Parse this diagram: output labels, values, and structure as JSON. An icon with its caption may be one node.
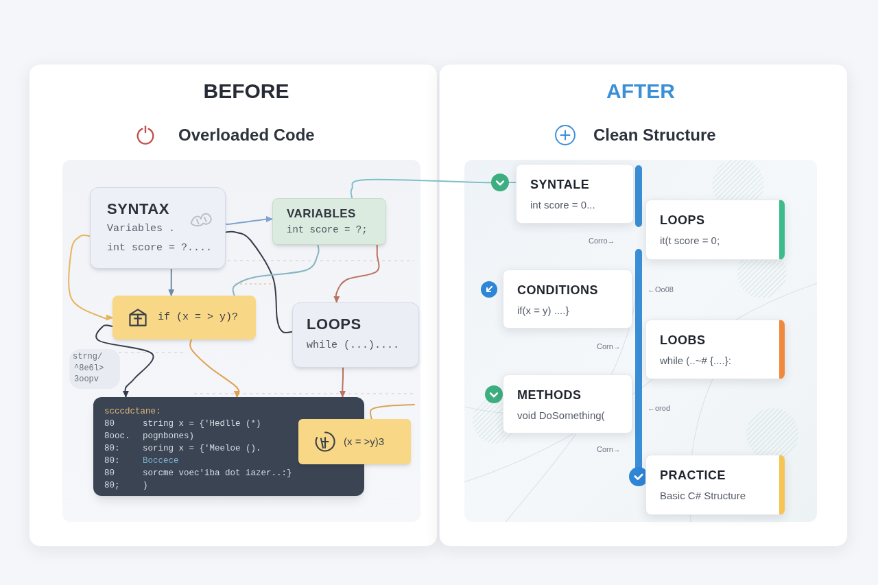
{
  "diagram": {
    "nodes": [
      {
        "text": [
          "BEFORE",
          "Overloaded Code"
        ]
      },
      {
        "text": [
          "SYNTAX",
          "Variables .",
          "int score = ?...."
        ],
        "in": 0
      },
      {
        "text": [
          "VARIABLES",
          "int score = ?;"
        ],
        "in": 0
      },
      {
        "text": [
          "if (x = > y)?"
        ],
        "in": 0
      },
      {
        "text": [
          "LOOPS",
          "while (...)...."
        ],
        "in": 0
      },
      {
        "text": [
          "scccdctane:",
          "80",
          "string x = {'Hedlle (*)",
          "8ooc.",
          "pognbones)",
          "80:",
          "soring x = {'Meeloe ().",
          "80:",
          "Boccece",
          "80",
          "sorcme voec'iba dot iazer..:}",
          "80;",
          ")"
        ],
        "in": 0
      },
      {
        "text": [
          "(x = >y)3"
        ],
        "in": 0
      },
      {
        "text": [
          "AFTER",
          "Clean Structure"
        ]
      },
      {
        "text": [],
        "shape": "circle",
        "in": 7
      },
      {
        "text": [
          "SYNTALE",
          "int score = 0..."
        ],
        "in": 7
      },
      {
        "text": [
          "LOOPS",
          "it(t score = 0;"
        ],
        "in": 7
      },
      {
        "text": [
          "CONDITIONS",
          "if(x = y) ....}"
        ],
        "in": 7
      },
      {
        "text": [
          "LOOBS",
          "while (..~# {....}:"
        ],
        "in": 7
      },
      {
        "text": [
          "METHODS",
          "void DoSomething("
        ],
        "in": 7
      },
      {
        "text": [
          "PRACTICE",
          "Basic C# Structure"
        ],
        "in": 7
      }
    ],
    "edges": [
      {
        "from": 1,
        "to": 2,
        "arrow": "to",
        "color": "#7ea3cf"
      },
      {
        "from": 1,
        "to": 3,
        "arrow": "to",
        "color": "#6d8aa6"
      },
      {
        "from": 1,
        "to": 3,
        "arrow": "to",
        "color": "#e6b55e"
      },
      {
        "from": 1,
        "to": 4,
        "arrow": "none"
      },
      {
        "from": 3,
        "to": 5,
        "arrow": "to",
        "color": "#e0a050"
      },
      {
        "from": 3,
        "to": 5,
        "arrow": "to"
      },
      {
        "from": 2,
        "to": 3,
        "arrow": "none",
        "color": "#86b5c0"
      },
      {
        "from": 2,
        "to": 4,
        "arrow": "to",
        "color": "#b9745f"
      },
      {
        "from": 4,
        "to": 5,
        "arrow": "to",
        "color": "#b9745f"
      },
      {
        "from": null,
        "to": 6,
        "arrow": "none",
        "color": "#d9a35a"
      },
      {
        "from": 2,
        "to": 8,
        "arrow": "none",
        "color": "#7fc0c8"
      },
      {
        "from": 8,
        "to": 9,
        "arrow": "none",
        "color": "#7fc0c8"
      }
    ],
    "labels": [
      "strng/",
      "^8e6l>",
      "3oopv",
      "Corro→",
      "←Oo08",
      "Corn→",
      "←orod",
      "Corn→"
    ]
  }
}
